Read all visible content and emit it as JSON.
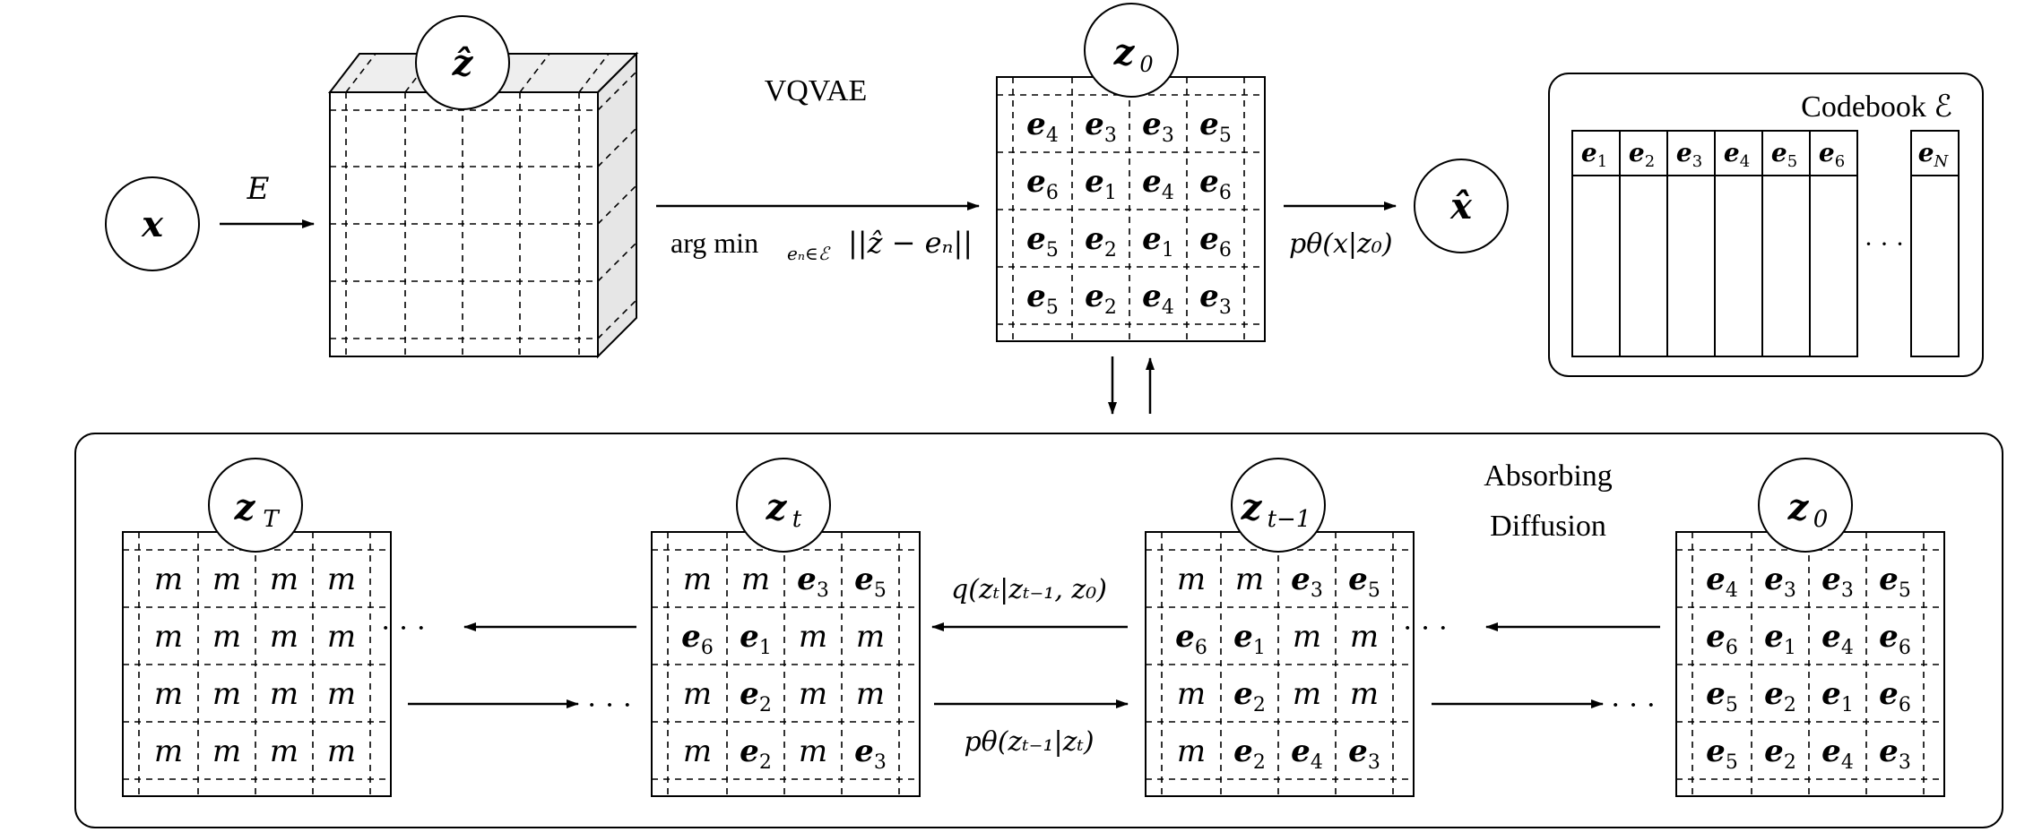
{
  "top": {
    "x_node": "x",
    "encoder_label": "E",
    "zhat_node": "ẑ",
    "vqvae_title": "VQVAE",
    "argmin_label": "arg min",
    "argmin_sub": "eₙ∈ℰ",
    "argmin_expr": "||ẑ − eₙ||",
    "z0_node": "z",
    "z0_sub": "0",
    "decoder_label": "pθ(x|z₀)",
    "xhat_node": "x̂"
  },
  "codebook": {
    "title": "Codebook ℰ",
    "entries": [
      {
        "base": "e",
        "sub": "1"
      },
      {
        "base": "e",
        "sub": "2"
      },
      {
        "base": "e",
        "sub": "3"
      },
      {
        "base": "e",
        "sub": "4"
      },
      {
        "base": "e",
        "sub": "5"
      },
      {
        "base": "e",
        "sub": "6"
      },
      {
        "base": "e",
        "sub": "N"
      }
    ],
    "ellipsis": "· · ·"
  },
  "grids": {
    "z0_top": [
      [
        "e4",
        "e3",
        "e3",
        "e5"
      ],
      [
        "e6",
        "e1",
        "e4",
        "e6"
      ],
      [
        "e5",
        "e2",
        "e1",
        "e6"
      ],
      [
        "e5",
        "e2",
        "e4",
        "e3"
      ]
    ],
    "zT": [
      [
        "m",
        "m",
        "m",
        "m"
      ],
      [
        "m",
        "m",
        "m",
        "m"
      ],
      [
        "m",
        "m",
        "m",
        "m"
      ],
      [
        "m",
        "m",
        "m",
        "m"
      ]
    ],
    "zt": [
      [
        "m",
        "m",
        "e3",
        "e5"
      ],
      [
        "e6",
        "e1",
        "m",
        "m"
      ],
      [
        "m",
        "e2",
        "m",
        "m"
      ],
      [
        "m",
        "e2",
        "m",
        "e3"
      ]
    ],
    "zt1": [
      [
        "m",
        "m",
        "e3",
        "e5"
      ],
      [
        "e6",
        "e1",
        "m",
        "m"
      ],
      [
        "m",
        "e2",
        "m",
        "m"
      ],
      [
        "m",
        "e2",
        "e4",
        "e3"
      ]
    ],
    "z0_bottom": [
      [
        "e4",
        "e3",
        "e3",
        "e5"
      ],
      [
        "e6",
        "e1",
        "e4",
        "e6"
      ],
      [
        "e5",
        "e2",
        "e1",
        "e6"
      ],
      [
        "e5",
        "e2",
        "e4",
        "e3"
      ]
    ]
  },
  "diffusion": {
    "title_line1": "Absorbing",
    "title_line2": "Diffusion",
    "zT_base": "z",
    "zT_sub": "T",
    "zt_base": "z",
    "zt_sub": "t",
    "zt1_base": "z",
    "zt1_sub": "t−1",
    "z0_base": "z",
    "z0_sub": "0",
    "forward_label": "q(zₜ|zₜ₋₁, z₀)",
    "reverse_label": "pθ(zₜ₋₁|zₜ)",
    "ellipsis": "· · ·"
  }
}
